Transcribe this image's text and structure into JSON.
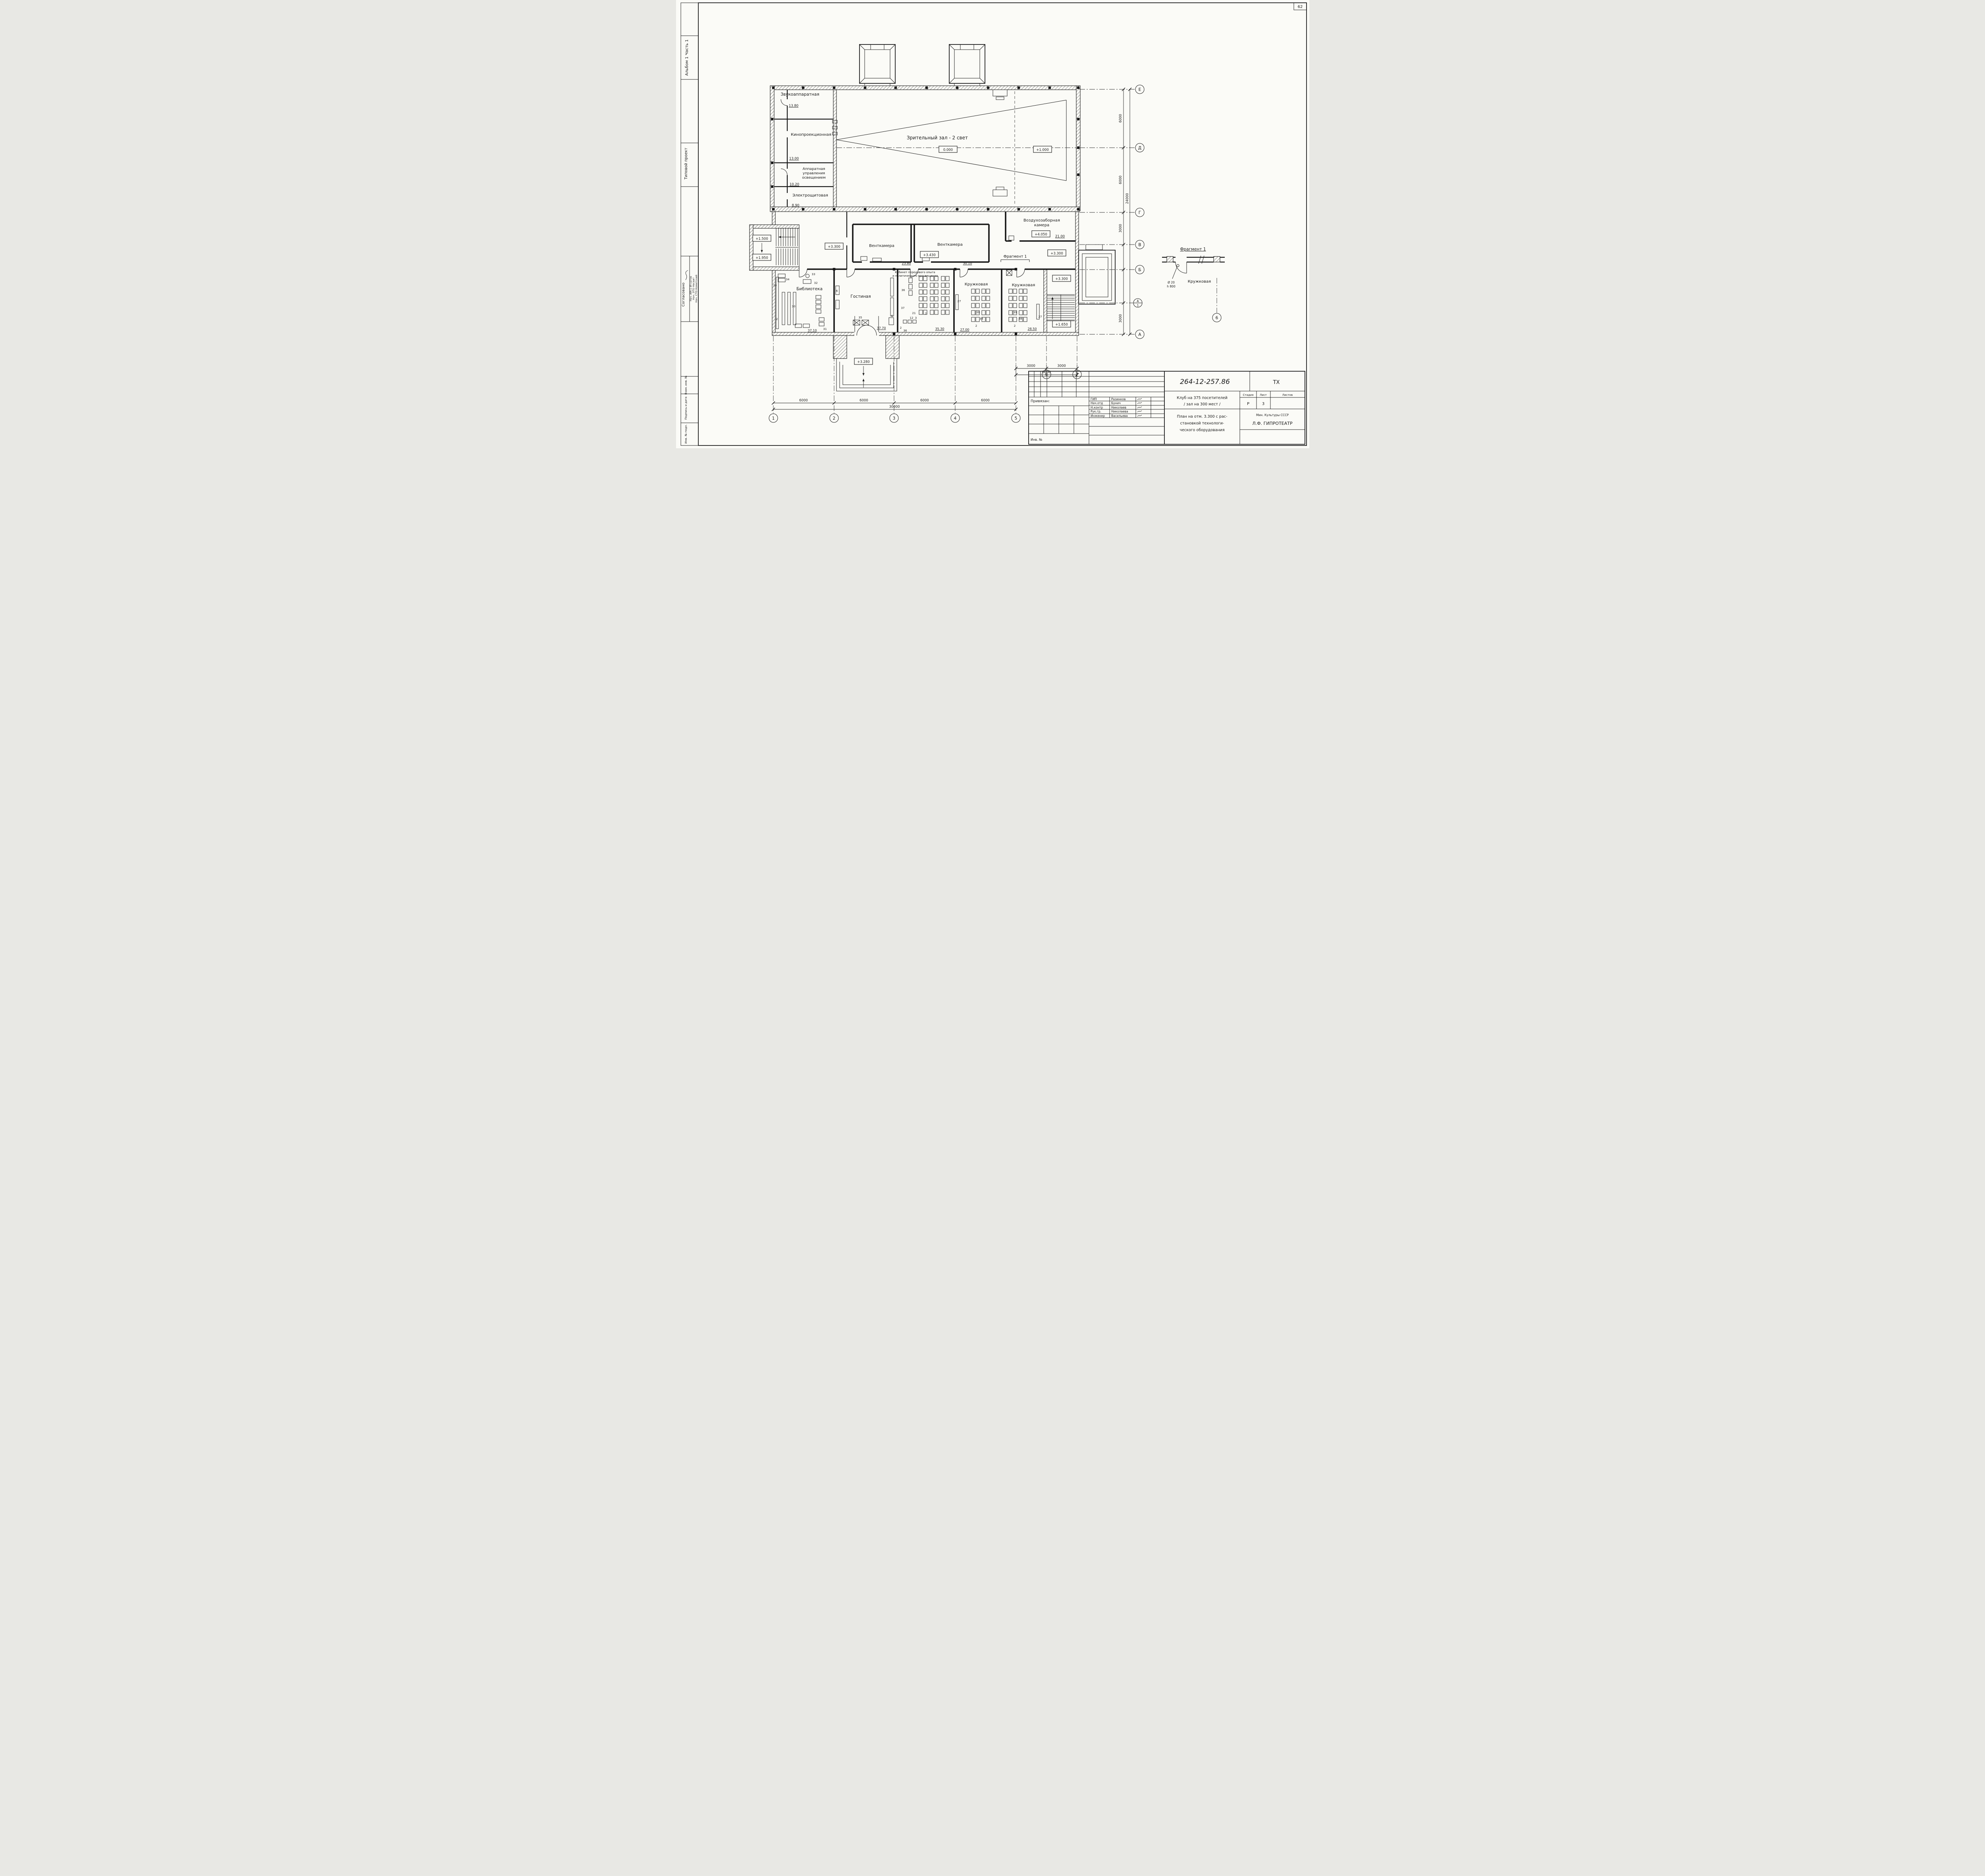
{
  "sheet": {
    "page_number": "62"
  },
  "margin": {
    "album": "Альбом 1   Часть 1",
    "project_type": "Типовой   проект",
    "approved": "Согласовано",
    "sign1": "Нач. АМ-1   Игнатов",
    "sign2": "Нач. ЭТО   Несвит",
    "sign3": "Нач. СТО   Комитский",
    "stamp_vzam": "Взам. инв. №",
    "stamp_podpis": "Подпись и дата",
    "stamp_inv": "Инв. № подл."
  },
  "plan": {
    "rooms": {
      "sound_room": "Звукоаппаратная",
      "projection_room": "Кинопроекционная",
      "auditorium": "Зрительный зал - 2 свет",
      "lighting_1": "Аппаратная",
      "lighting_2": "управления",
      "lighting_3": "освещением",
      "switchboard": "Электрощитовая",
      "air_intake_1": "Воздухозаборная",
      "air_intake_2": "камера",
      "vent_left": "Венткамера",
      "vent_right": "Венткамера",
      "study_1": "Кабинет передового опыта",
      "study_2": "и политического просвещения",
      "library": "Библиотека",
      "lounge": "Гостиная",
      "hobby_left": "Кружковая",
      "hobby_right": "Кружковая",
      "fragment_ref": "Фрагмент 1"
    },
    "levels": {
      "zero": "0.000",
      "p1000": "+1.000",
      "p4050": "+4.050",
      "p1500": "+1.500",
      "p1950": "+1.950",
      "p3300a": "+3.300",
      "p3430": "+3.430",
      "p3300b": "+3.300",
      "p3300c": "+3.300",
      "p1650": "+1.650",
      "p3280": "+3.280"
    },
    "areas": {
      "a1380": "13.80",
      "a1300": "13.00",
      "a1020": "10.20",
      "a890": "8.90",
      "a2100": "21.00",
      "a2380": "23.80",
      "a3010": "30.10",
      "a3710": "37.10",
      "a3770": "37.70",
      "a3530": "35.30",
      "a2700": "27.00",
      "a2850": "28.50"
    },
    "items": {
      "n29": "29",
      "n30": "30",
      "n31": "31",
      "n32": "32",
      "n33": "33",
      "n34": "34",
      "n35": "35",
      "n36a": "36",
      "n36b": "36",
      "n37": "37",
      "n6a": "6",
      "n6b": "6",
      "n21": "21",
      "n12": "12",
      "n3": "3",
      "n2a": "2",
      "n2b": "2",
      "n2c": "2",
      "n2d": "2",
      "n2e": "2",
      "n27a": "27",
      "n27b": "27",
      "n38a": "38",
      "n38b": "38",
      "n39a": "39",
      "n39b": "39"
    },
    "axes": {
      "e": "Е",
      "d": "Д",
      "g": "Г",
      "v": "В",
      "b": "Б",
      "a1_top": "А",
      "a1_bot": "1",
      "a": "А",
      "c1": "1",
      "c2": "2",
      "c3": "3",
      "c4": "4",
      "c5": "5",
      "c6": "6",
      "c7": "7"
    },
    "dims": {
      "r6000a": "6000",
      "r6000b": "6000",
      "r3000a": "3000",
      "r3000b": "3000",
      "r24000": "24000",
      "b6000a": "6000",
      "b6000b": "6000",
      "b6000c": "6000",
      "b6000d": "6000",
      "b30000": "30000",
      "s3000a": "3000",
      "s3000b": "3000",
      "s6000": "6000"
    }
  },
  "fragment": {
    "title": "Фрагмент 1",
    "room": "Кружковая",
    "note_dia": "Ø 20",
    "note_h": "h 800",
    "axis": "6"
  },
  "title_block": {
    "doc_number": "264-12-257.86",
    "mark": "ТХ",
    "linked": "Привязан:",
    "staff_l1": "ГИП",
    "staff_n1": "Разинков",
    "staff_l2": "Нач.отд",
    "staff_n2": "Бунич",
    "staff_l3": "Н.контр",
    "staff_n3": "Николаев",
    "staff_l4": "Рук.гр.",
    "staff_n4": "Николаева",
    "staff_l5": "Инженер",
    "staff_n5": "Васильева",
    "object_1": "Клуб на 375 посетителей",
    "object_2": "/ зал на 300 мест /",
    "stage_h": "Стадия",
    "sheet_h": "Лист",
    "sheets_h": "Листов",
    "stage": "Р",
    "sheet": "3",
    "title_1": "План на отм. 3.300 с рас-",
    "title_2": "становкой технологи-",
    "title_3": "ческого оборудования",
    "ministry": "Мин. Культуры СССР",
    "organization": "Л.Ф. ГИПРОТЕАТР",
    "inv": "Инв. №"
  }
}
